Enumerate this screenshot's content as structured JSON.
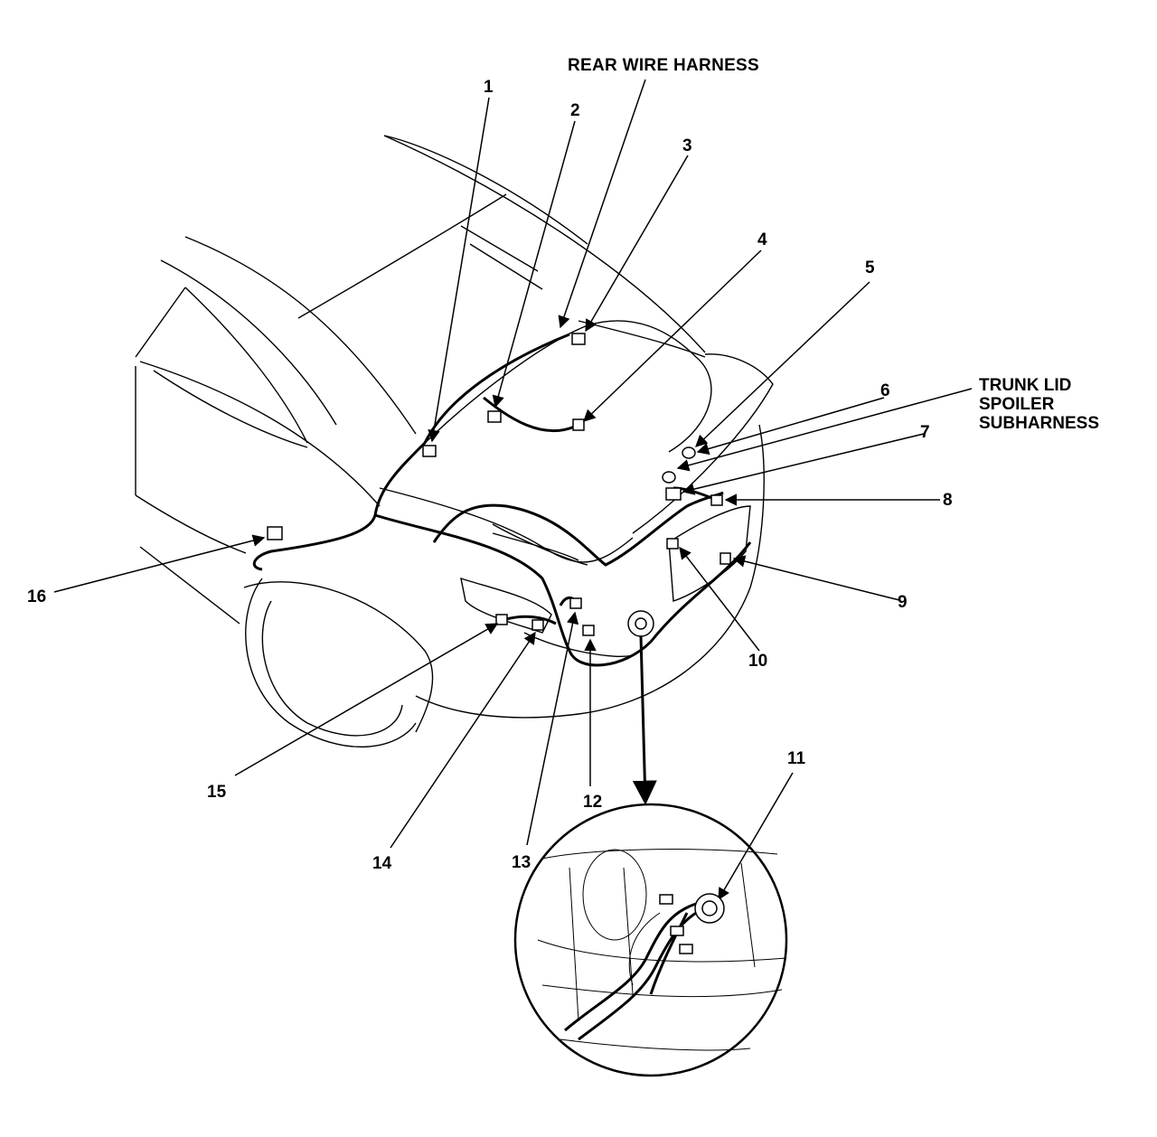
{
  "title": "REAR WIRE HARNESS",
  "subharness_label": [
    "TRUNK LID",
    "SPOILER",
    "SUBHARNESS"
  ],
  "callouts": [
    "1",
    "2",
    "3",
    "4",
    "5",
    "6",
    "7",
    "8",
    "9",
    "10",
    "11",
    "12",
    "13",
    "14",
    "15",
    "16"
  ],
  "colors": {
    "line": "#000000",
    "background": "#ffffff"
  }
}
